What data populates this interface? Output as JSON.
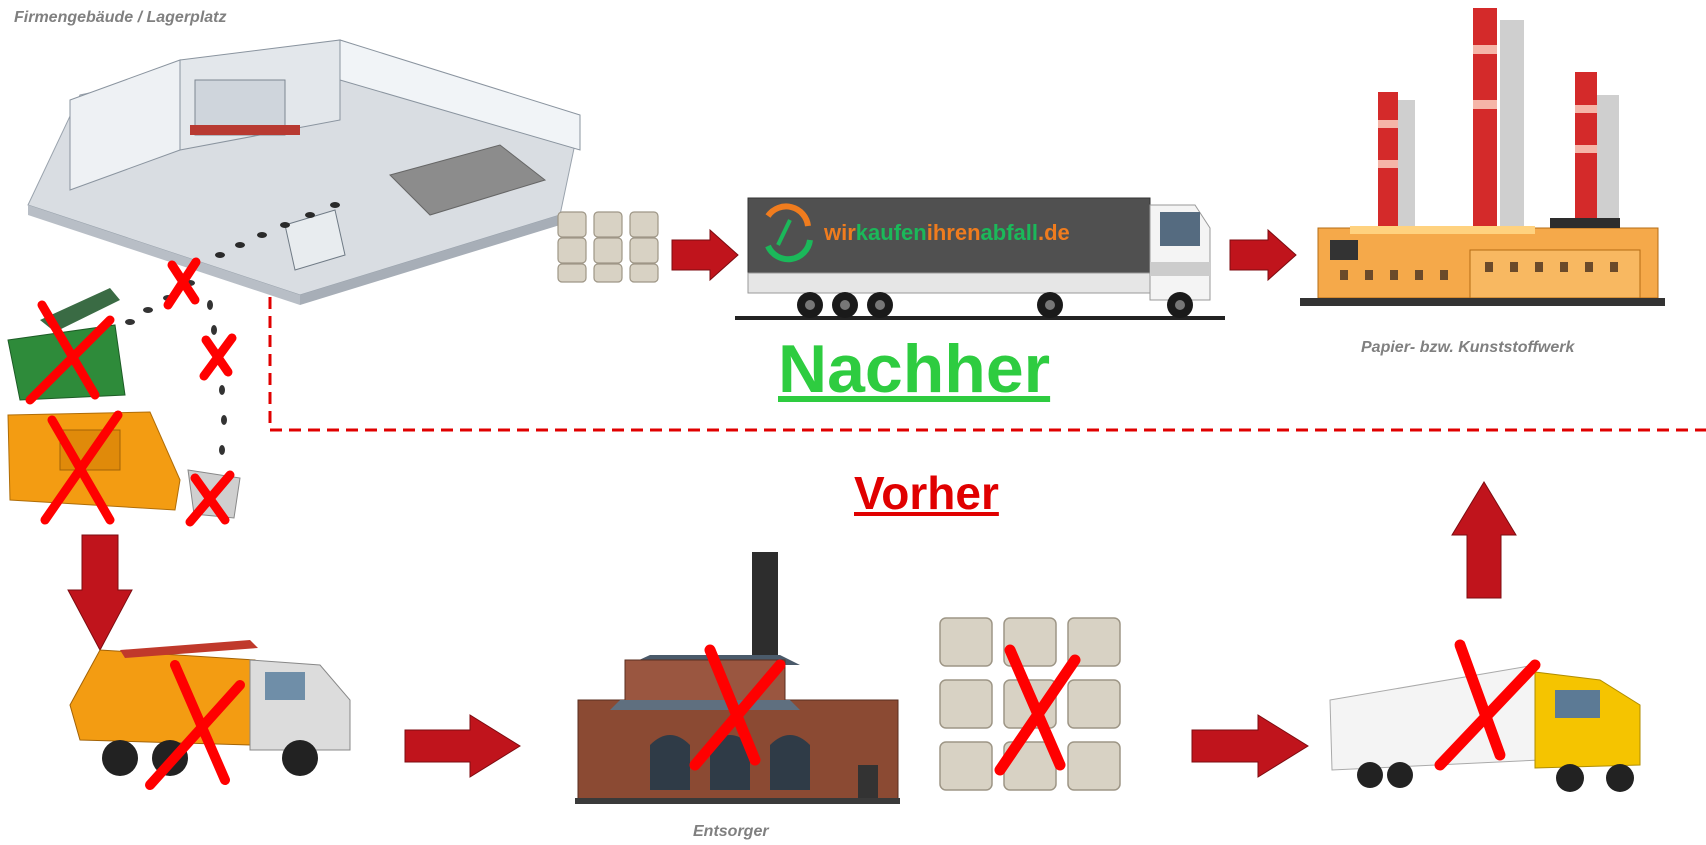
{
  "labels": {
    "company": "Firmengebäude / Lagerplatz",
    "paper_plant": "Papier- bzw. Kunststoffwerk",
    "disposer": "Entsorger"
  },
  "headings": {
    "after": "Nachher",
    "before": "Vorher"
  },
  "truck_logo": {
    "part_wir": "wir",
    "part_kaufen": "kaufen",
    "part_ihren": "ihren",
    "part_abfall": "abfall",
    "part_de": ".de"
  },
  "colors": {
    "after_green": "#2ecc40",
    "before_red": "#e00000",
    "cross_red": "#ff0000",
    "arrow_red": "#c0141c",
    "logo_orange": "#f07c1e",
    "logo_green": "#1bb85a",
    "caption_grey": "#808080"
  }
}
